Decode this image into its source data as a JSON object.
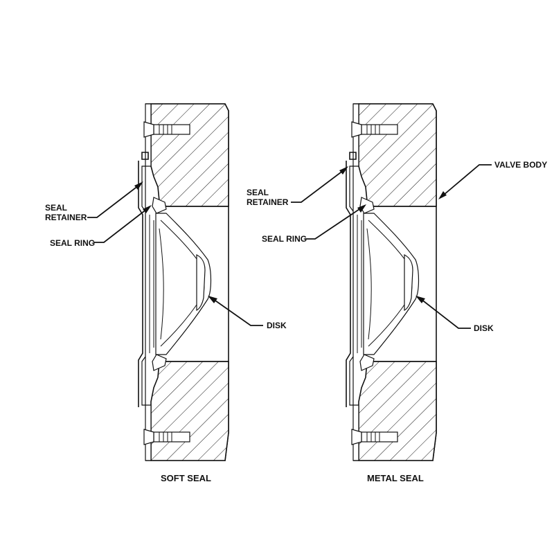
{
  "diagrams": [
    {
      "caption": "SOFT SEAL",
      "labels": {
        "retainer_line1": "SEAL",
        "retainer_line2": "RETAINER",
        "seal_ring": "SEAL RING",
        "disk": "DISK"
      }
    },
    {
      "caption": "METAL SEAL",
      "labels": {
        "retainer_line1": "SEAL",
        "retainer_line2": "RETAINER",
        "seal_ring": "SEAL RING",
        "disk": "DISK",
        "valve_body": "VALVE BODY"
      }
    }
  ]
}
